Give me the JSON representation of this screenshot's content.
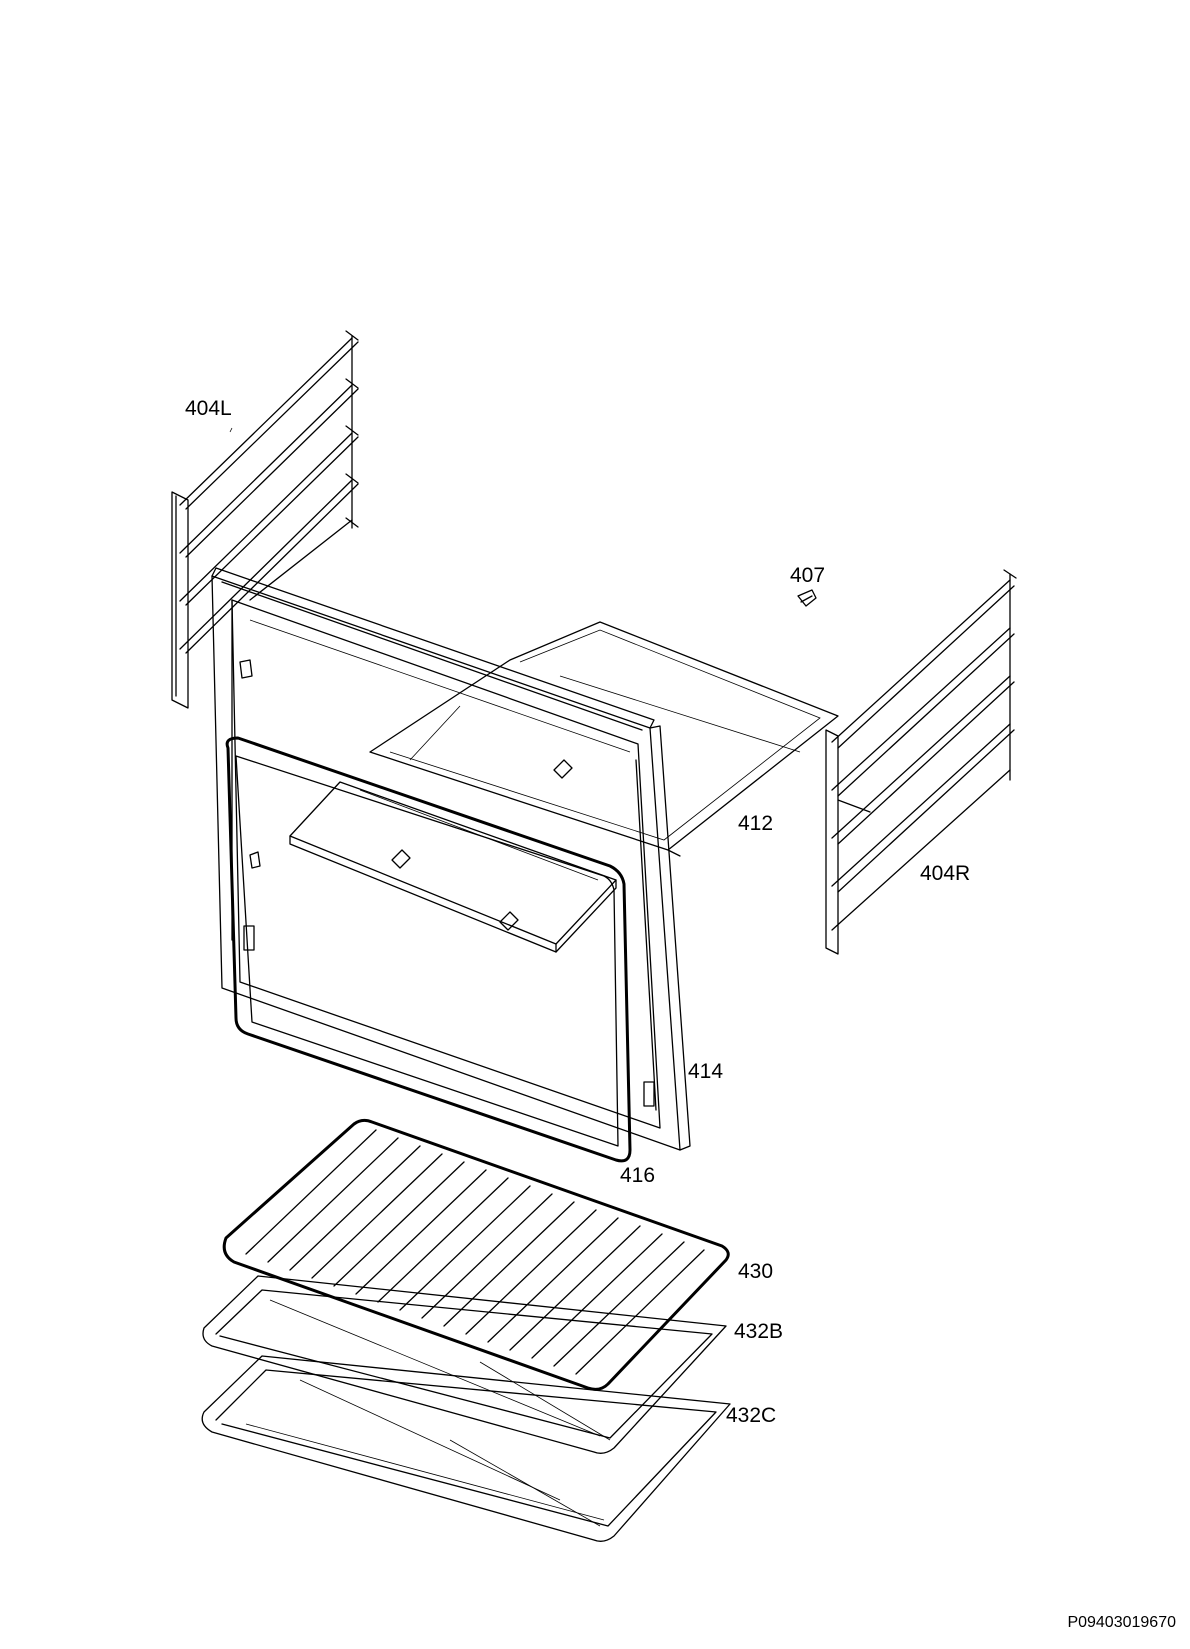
{
  "labels": {
    "p404L": "404L",
    "p407": "407",
    "p412": "412",
    "p404R": "404R",
    "p414": "414",
    "p416": "416",
    "p430": "430",
    "p432B": "432B",
    "p432C": "432C"
  },
  "document_code": "P09403019670"
}
